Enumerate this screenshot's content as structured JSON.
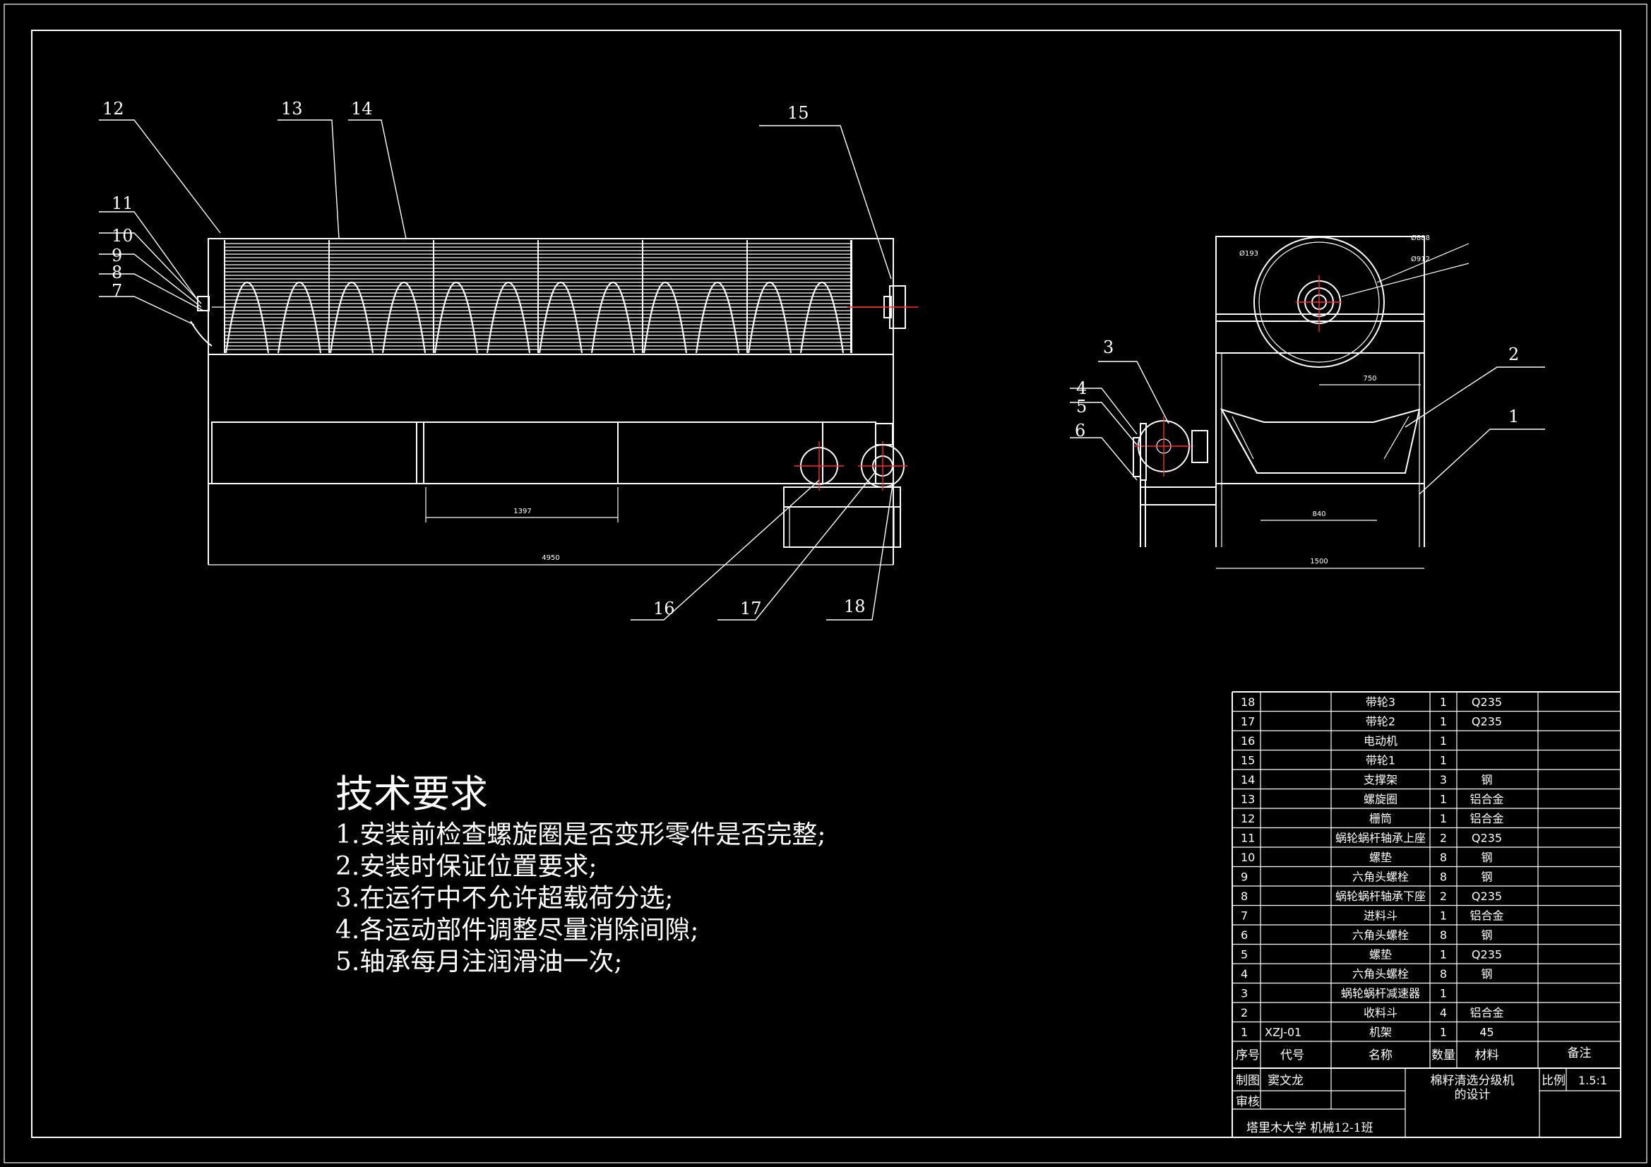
{
  "drawing": {
    "part_labels": [
      "1",
      "2",
      "3",
      "4",
      "5",
      "6",
      "7",
      "8",
      "9",
      "10",
      "11",
      "12",
      "13",
      "14",
      "15",
      "16",
      "17",
      "18"
    ],
    "dimensions": {
      "overall_length": "4950",
      "segment_length": "1397",
      "frame_width": "1500",
      "hopper_width": "840",
      "drum_offset": "750",
      "dia_outer": "Ø888",
      "dia_mid": "Ø912",
      "dia_side": "Ø193"
    }
  },
  "tech": {
    "title": "技术要求",
    "items": [
      "1.安装前检查螺旋圈是否变形零件是否完整;",
      "2.安装时保证位置要求;",
      "3.在运行中不允许超载荷分选;",
      "4.各运动部件调整尽量消除间隙;",
      "5.轴承每月注润滑油一次;"
    ]
  },
  "bom": {
    "rows": [
      {
        "no": "18",
        "code": "",
        "name": "带轮3",
        "qty": "1",
        "mat": "Q235",
        "note": ""
      },
      {
        "no": "17",
        "code": "",
        "name": "带轮2",
        "qty": "1",
        "mat": "Q235",
        "note": ""
      },
      {
        "no": "16",
        "code": "",
        "name": "电动机",
        "qty": "1",
        "mat": "",
        "note": ""
      },
      {
        "no": "15",
        "code": "",
        "name": "带轮1",
        "qty": "1",
        "mat": "",
        "note": ""
      },
      {
        "no": "14",
        "code": "",
        "name": "支撑架",
        "qty": "3",
        "mat": "钢",
        "note": ""
      },
      {
        "no": "13",
        "code": "",
        "name": "螺旋圈",
        "qty": "1",
        "mat": "铝合金",
        "note": ""
      },
      {
        "no": "12",
        "code": "",
        "name": "栅筒",
        "qty": "1",
        "mat": "铝合金",
        "note": ""
      },
      {
        "no": "11",
        "code": "",
        "name": "蜗轮蜗杆轴承上座",
        "qty": "2",
        "mat": "Q235",
        "note": ""
      },
      {
        "no": "10",
        "code": "",
        "name": "螺垫",
        "qty": "8",
        "mat": "钢",
        "note": ""
      },
      {
        "no": "9",
        "code": "",
        "name": "六角头螺栓",
        "qty": "8",
        "mat": "钢",
        "note": ""
      },
      {
        "no": "8",
        "code": "",
        "name": "蜗轮蜗杆轴承下座",
        "qty": "2",
        "mat": "Q235",
        "note": ""
      },
      {
        "no": "7",
        "code": "",
        "name": "进料斗",
        "qty": "1",
        "mat": "铝合金",
        "note": ""
      },
      {
        "no": "6",
        "code": "",
        "name": "六角头螺栓",
        "qty": "8",
        "mat": "钢",
        "note": ""
      },
      {
        "no": "5",
        "code": "",
        "name": "螺垫",
        "qty": "1",
        "mat": "Q235",
        "note": ""
      },
      {
        "no": "4",
        "code": "",
        "name": "六角头螺栓",
        "qty": "8",
        "mat": "钢",
        "note": ""
      },
      {
        "no": "3",
        "code": "",
        "name": "蜗轮蜗杆减速器",
        "qty": "1",
        "mat": "",
        "note": ""
      },
      {
        "no": "2",
        "code": "",
        "name": "收料斗",
        "qty": "4",
        "mat": "铝合金",
        "note": ""
      },
      {
        "no": "1",
        "code": "XZJ-01",
        "name": "机架",
        "qty": "1",
        "mat": "45",
        "note": ""
      }
    ],
    "header": {
      "no": "序号",
      "code": "代号",
      "name": "名称",
      "qty": "数量",
      "mat": "材料",
      "note": "备注"
    }
  },
  "title_block": {
    "draw_label": "制图",
    "drawer": "窦文龙",
    "check_label": "审核",
    "project": "棉籽清选分级机",
    "project2": "的设计",
    "scale_label": "比例",
    "scale": "1.5:1",
    "school": "塔里木大学 机械12-1班"
  }
}
